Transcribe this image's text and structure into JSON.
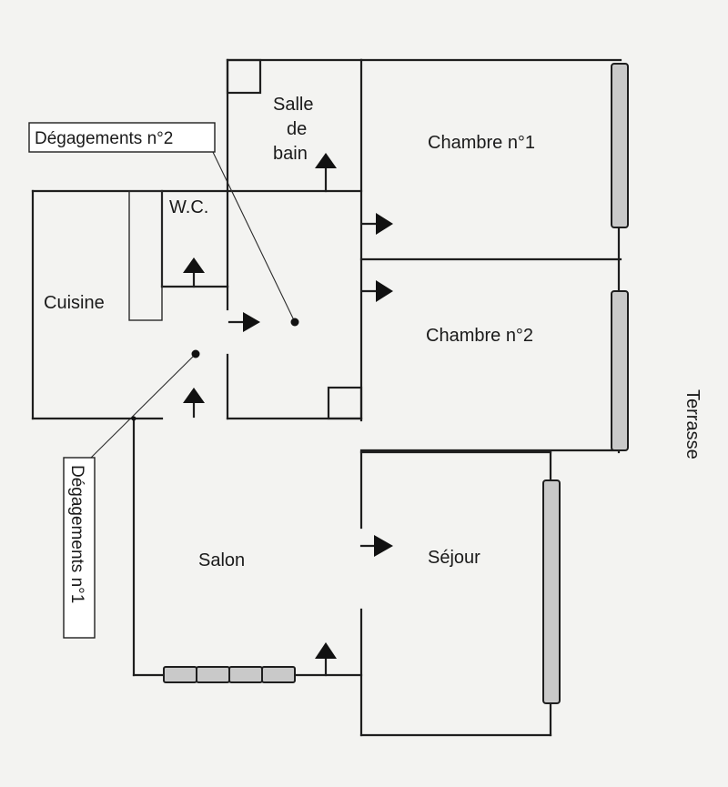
{
  "rooms": {
    "salle_de_bain": [
      "Salle",
      "de",
      "bain"
    ],
    "chambre_1": "Chambre n°1",
    "chambre_2": "Chambre n°2",
    "wc": "W.C.",
    "cuisine": "Cuisine",
    "salon": "Salon",
    "sejour": "Séjour",
    "terrasse": "Terrasse"
  },
  "callouts": {
    "degagements_2": "Dégagements n°2",
    "degagements_1": "Dégagements n°1"
  }
}
